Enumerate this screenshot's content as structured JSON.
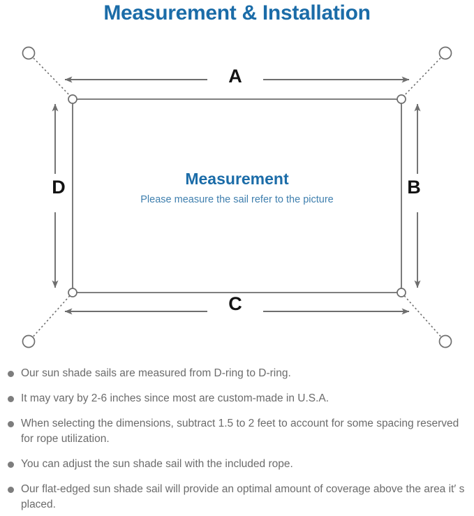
{
  "title": "Measurement & Installation",
  "colors": {
    "title_blue": "#1b6ca8",
    "sub_blue": "#3f7fae",
    "line_gray": "#6e6e6e",
    "text_gray": "#6b6b6b",
    "label_black": "#131313"
  },
  "diagram": {
    "center_title": "Measurement",
    "center_subtitle": "Please measure the sail refer to the picture",
    "dimension_labels": {
      "top": "A",
      "right": "B",
      "bottom": "C",
      "left": "D"
    },
    "anchor_count": 4,
    "d_ring_count": 4
  },
  "notes": [
    "Our sun shade sails are measured from D-ring to D-ring.",
    "It may vary by 2-6 inches since most are custom-made in U.S.A.",
    "When selecting the dimensions, subtract 1.5 to 2 feet to account for some spacing reserved for rope utilization.",
    "You can adjust the sun shade sail with the included rope.",
    "Our flat-edged sun shade sail will provide an optimal amount of coverage above the area it′ s placed."
  ]
}
